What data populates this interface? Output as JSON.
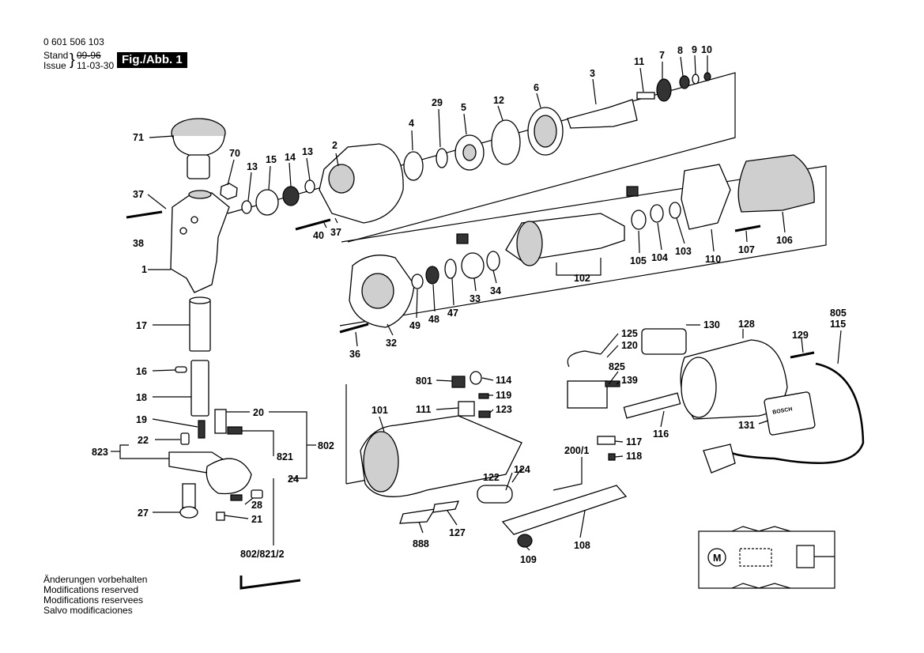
{
  "header": {
    "doc_number": "0 601 506 103",
    "stand_label": "Stand",
    "issue_label": "Issue",
    "old_date": "09-96",
    "date": "11-03-30",
    "figure_tag": "Fig./Abb. 1"
  },
  "notes": [
    "Änderungen vorbehalten",
    "Modifications reserved",
    "Modifications reservees",
    "Salvo modificaciones"
  ],
  "nameplate_text": "BOSCH",
  "motor_symbol": "M",
  "labels": {
    "p1": "1",
    "p2": "2",
    "p3": "3",
    "p4": "4",
    "p5": "5",
    "p6": "6",
    "p7": "7",
    "p8": "8",
    "p9": "9",
    "p10": "10",
    "p11": "11",
    "p12": "12",
    "p13a": "13",
    "p13b": "13",
    "p14": "14",
    "p15": "15",
    "p16": "16",
    "p17": "17",
    "p18": "18",
    "p19": "19",
    "p20": "20",
    "p21": "21",
    "p22": "22",
    "p24": "24",
    "p27": "27",
    "p28": "28",
    "p29": "29",
    "p32": "32",
    "p33": "33",
    "p34": "34",
    "p36": "36",
    "p37a": "37",
    "p37b": "37",
    "p38": "38",
    "p40": "40",
    "p47": "47",
    "p48": "48",
    "p49": "49",
    "p70": "70",
    "p71": "71",
    "p101": "101",
    "p102": "102",
    "p103": "103",
    "p104": "104",
    "p105": "105",
    "p106": "106",
    "p107": "107",
    "p108": "108",
    "p109": "109",
    "p110": "110",
    "p111": "111",
    "p114": "114",
    "p115": "115",
    "p116": "116",
    "p117": "117",
    "p118": "118",
    "p119": "119",
    "p120": "120",
    "p122": "122",
    "p123": "123",
    "p124": "124",
    "p125": "125",
    "p127": "127",
    "p128": "128",
    "p129": "129",
    "p130": "130",
    "p131": "131",
    "p139": "139",
    "p200_1": "200/1",
    "p801": "801",
    "p802": "802",
    "p802_821_2": "802/821/2",
    "p805": "805",
    "p821": "821",
    "p823": "823",
    "p825": "825",
    "p888": "888"
  }
}
